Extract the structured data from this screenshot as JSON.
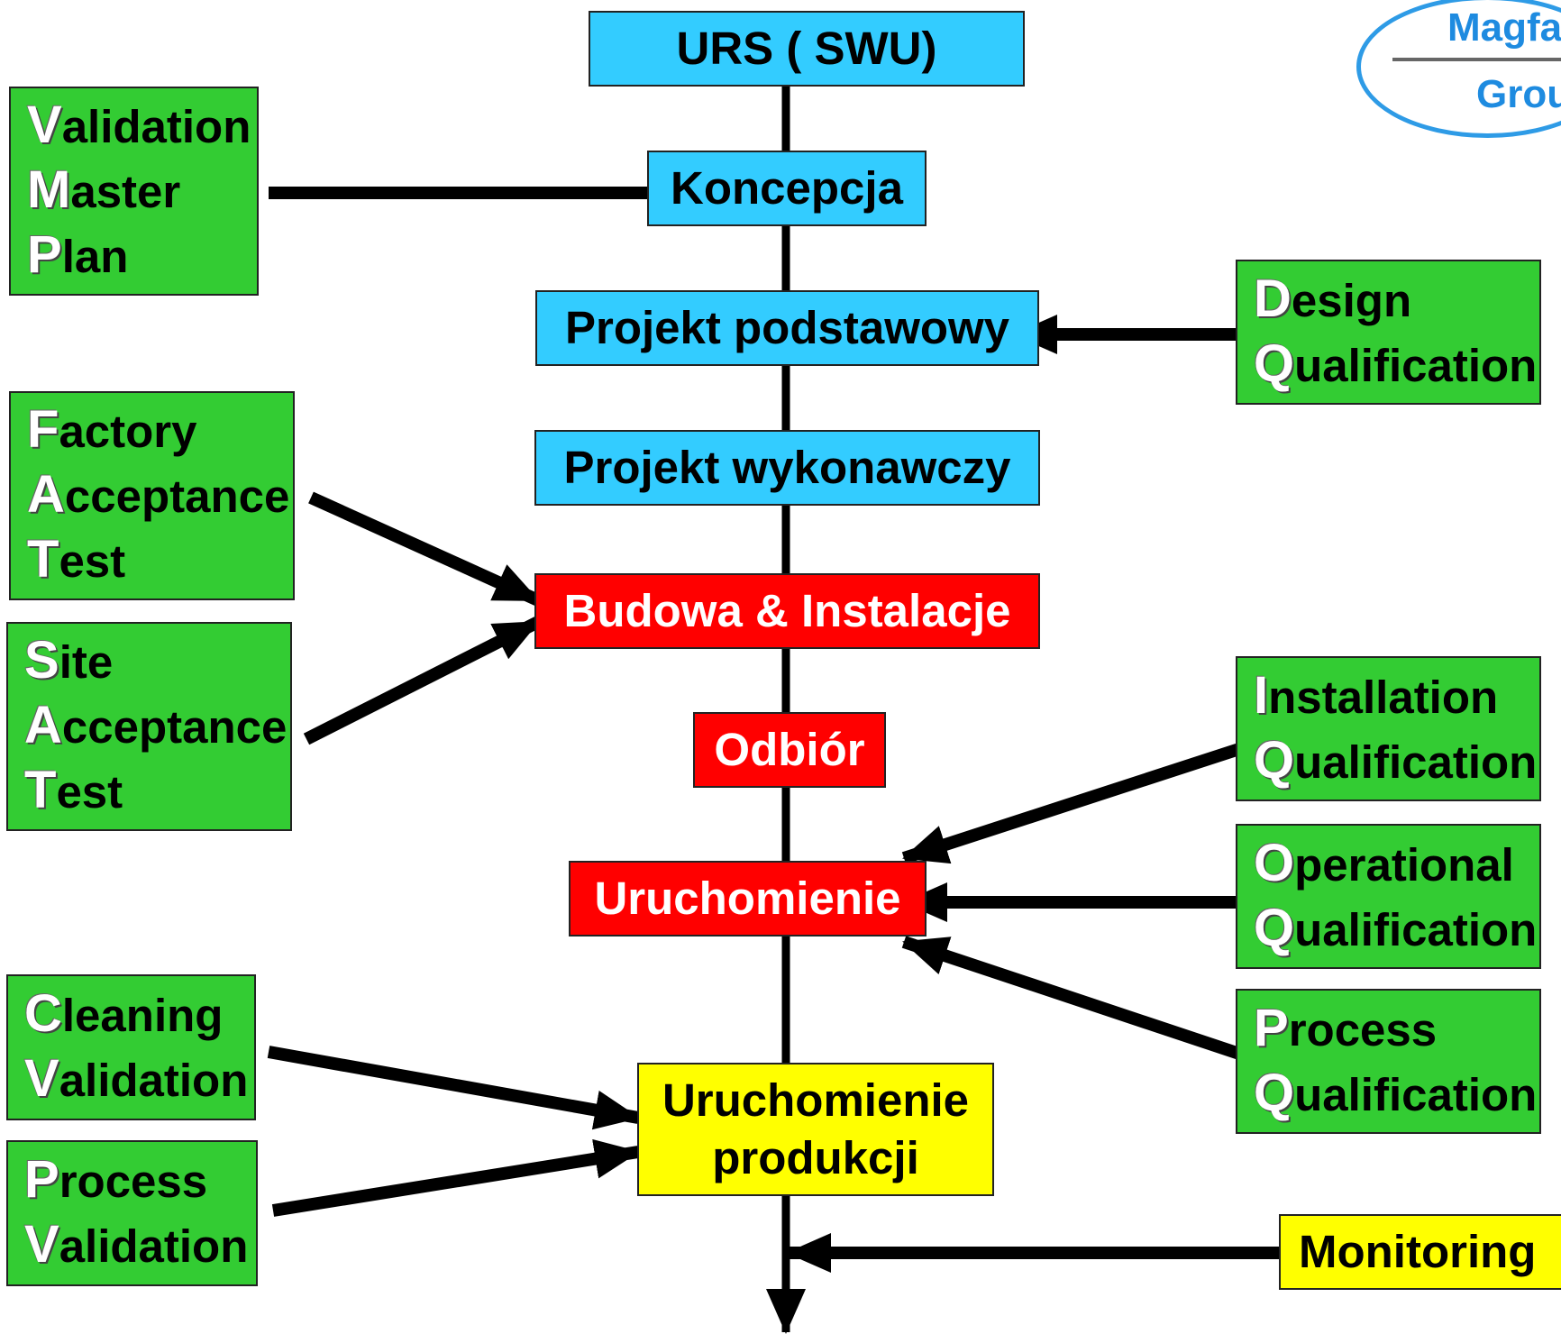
{
  "flow": {
    "urs": "URS ( SWU)",
    "koncepcja": "Koncepcja",
    "projekt_podstawowy": "Projekt podstawowy",
    "projekt_wykonawczy": "Projekt wykonawczy",
    "budowa": "Budowa & Instalacje",
    "odbior": "Odbiór",
    "uruchomienie": "Uruchomienie",
    "uruchomienie_produkcji": [
      "Uruchomienie",
      "produkcji"
    ]
  },
  "left": {
    "vmp": [
      {
        "initial": "V",
        "rest": "alidation"
      },
      {
        "initial": "M",
        "rest": "aster"
      },
      {
        "initial": "P",
        "rest": "lan"
      }
    ],
    "fat": [
      {
        "initial": "F",
        "rest": "actory"
      },
      {
        "initial": "A",
        "rest": "cceptance"
      },
      {
        "initial": "T",
        "rest": "est"
      }
    ],
    "sat": [
      {
        "initial": "S",
        "rest": "ite"
      },
      {
        "initial": "A",
        "rest": "cceptance"
      },
      {
        "initial": "T",
        "rest": "est"
      }
    ],
    "cv": [
      {
        "initial": "C",
        "rest": "leaning"
      },
      {
        "initial": "V",
        "rest": "alidation"
      }
    ],
    "pv": [
      {
        "initial": "P",
        "rest": "rocess"
      },
      {
        "initial": "V",
        "rest": "alidation"
      }
    ]
  },
  "right": {
    "dq": [
      {
        "initial": "D",
        "rest": "esign"
      },
      {
        "initial": "Q",
        "rest": "ualification"
      }
    ],
    "iq": [
      {
        "initial": "I",
        "rest": "nstallation"
      },
      {
        "initial": "Q",
        "rest": "ualification"
      }
    ],
    "oq": [
      {
        "initial": "O",
        "rest": "perational"
      },
      {
        "initial": "Q",
        "rest": "ualification"
      }
    ],
    "pq": [
      {
        "initial": "P",
        "rest": "rocess"
      },
      {
        "initial": "Q",
        "rest": "ualification"
      }
    ],
    "monitoring": "Monitoring"
  },
  "logo": {
    "line1": "Magfa",
    "line2": "Grou"
  },
  "colors": {
    "blue": "#33ccff",
    "red": "#ff0000",
    "yellow": "#ffff00",
    "green": "#33cc33",
    "logo": "#2e9be6",
    "connector": "#000000"
  }
}
